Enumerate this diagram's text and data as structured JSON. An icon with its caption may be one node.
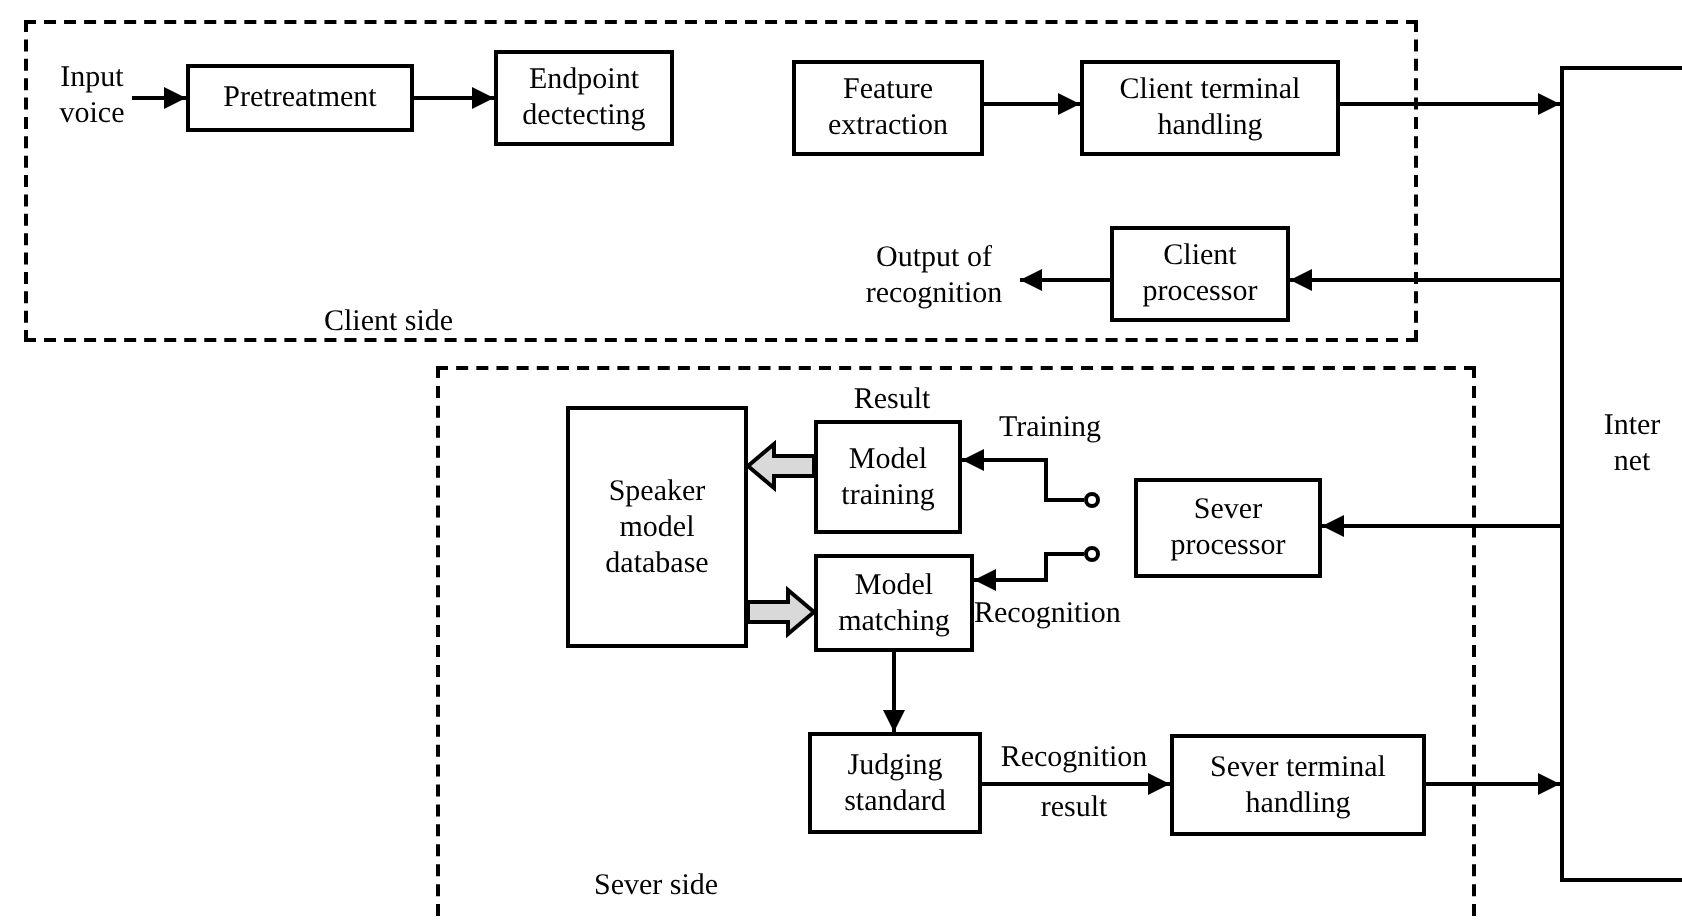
{
  "diagram": {
    "nodes": [
      {
        "text": [
          "Client side"
        ]
      },
      {
        "text": [
          "Input voice"
        ],
        "in": 0
      },
      {
        "text": [
          "Pretreatment"
        ],
        "in": 0
      },
      {
        "text": [
          "Endpoint dectecting"
        ],
        "in": 0
      },
      {
        "text": [
          "Feature extraction"
        ],
        "in": 0
      },
      {
        "text": [
          "Client terminal handling"
        ],
        "in": 0
      },
      {
        "text": [
          "Output of recognition"
        ],
        "in": 0
      },
      {
        "text": [
          "Client processor"
        ],
        "in": 0
      },
      {
        "text": [
          "Sever side"
        ]
      },
      {
        "text": [
          "Speaker model database"
        ],
        "in": 8
      },
      {
        "text": [
          "Model training"
        ],
        "in": 8,
        "beside": [
          "Result"
        ]
      },
      {
        "text": [
          "Model matching"
        ],
        "in": 8
      },
      {
        "text": [
          "Judging standard"
        ],
        "in": 8
      },
      {
        "text": [
          "Sever terminal handling"
        ],
        "in": 8
      },
      {
        "text": [
          "Sever processor"
        ],
        "in": 8
      },
      {
        "text": [],
        "shape": "circle",
        "in": 8
      },
      {
        "text": [],
        "shape": "circle",
        "in": 8
      },
      {
        "text": [
          "Inter net"
        ]
      }
    ],
    "edges": [
      {
        "from": 1,
        "to": 2,
        "arrow": "to"
      },
      {
        "from": 2,
        "to": 3,
        "arrow": "to"
      },
      {
        "from": 4,
        "to": 5,
        "arrow": "to"
      },
      {
        "from": 5,
        "to": 17,
        "arrow": "to"
      },
      {
        "from": 17,
        "to": 7,
        "arrow": "to"
      },
      {
        "from": 7,
        "to": 6,
        "arrow": "to"
      },
      {
        "from": 17,
        "to": 14,
        "arrow": "to"
      },
      {
        "from": 15,
        "to": 10,
        "arrow": "to",
        "label": "Training"
      },
      {
        "from": 16,
        "to": 11,
        "arrow": "to",
        "label": "Recognition"
      },
      {
        "from": 10,
        "to": 9,
        "arrow": "to",
        "style": "thick"
      },
      {
        "from": 9,
        "to": 11,
        "arrow": "to",
        "style": "thick"
      },
      {
        "from": 11,
        "to": 12,
        "arrow": "to"
      },
      {
        "from": 12,
        "to": 13,
        "arrow": "to",
        "label": "Recognition result"
      },
      {
        "from": 13,
        "to": 17,
        "arrow": "to"
      }
    ]
  }
}
